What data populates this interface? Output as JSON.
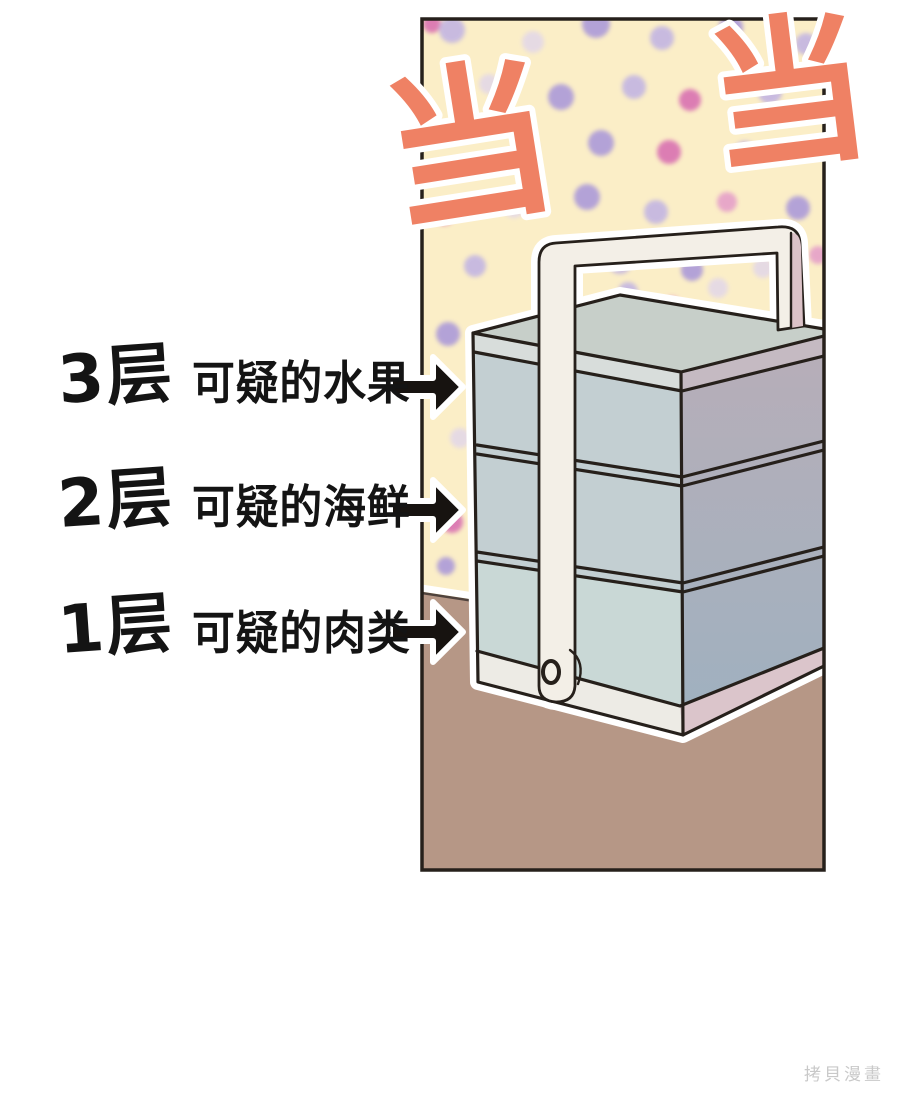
{
  "sfx": {
    "left": "当",
    "right": "当",
    "color": "#ef8164"
  },
  "labels": [
    {
      "tier": "3层",
      "desc": "可疑的水果"
    },
    {
      "tier": "2层",
      "desc": "可疑的海鲜"
    },
    {
      "tier": "1层",
      "desc": "可疑的肉类"
    }
  ],
  "watermark": {
    "text": "拷貝漫畫"
  },
  "palette": {
    "page_bg": "#ffffff",
    "wall": "#fbeec7",
    "floor": "#b69786",
    "floor_line": "#4f423c",
    "ink": "#26201b",
    "glow": "#ffffff",
    "front": "#c3cfd2",
    "front_lid": "#d8dddb",
    "front_tier1": "#c9d8d6",
    "base_front": "#edebe5",
    "base_side": "#dbc5cb",
    "side_top": "#b8aeb8",
    "side_bottom": "#9eb1c0",
    "side_lid": "#c5bac2",
    "top_face": "#c7cfc9",
    "handle": "#f3efe7",
    "handle_side": "#dbc2c7",
    "arrow": "#171310",
    "label_ink": "#141414",
    "watermark_gray": "#c9c9c9"
  },
  "scene": {
    "description": "three-tier stacked lunch box with carrying handle, polka-dot wallpaper and brown floor",
    "dots": [
      [
        432,
        24,
        9,
        "#d76ab0"
      ],
      [
        452,
        30,
        13,
        "#c0b2e4"
      ],
      [
        533,
        42,
        11,
        "#e2d7e9"
      ],
      [
        596,
        24,
        14,
        "#a795da"
      ],
      [
        662,
        38,
        12,
        "#c0b2e4"
      ],
      [
        731,
        27,
        12,
        "#a795da"
      ],
      [
        806,
        44,
        11,
        "#c0b2e4"
      ],
      [
        489,
        84,
        10,
        "#e2d7e9"
      ],
      [
        561,
        97,
        13,
        "#a795da"
      ],
      [
        634,
        87,
        12,
        "#c0b2e4"
      ],
      [
        690,
        100,
        11,
        "#d76ab0"
      ],
      [
        770,
        92,
        12,
        "#c0b2e4"
      ],
      [
        527,
        148,
        11,
        "#c0b2e4"
      ],
      [
        601,
        143,
        13,
        "#a795da"
      ],
      [
        669,
        152,
        12,
        "#d76ab0"
      ],
      [
        745,
        152,
        11,
        "#c0b2e4"
      ],
      [
        444,
        214,
        11,
        "#d76ab0"
      ],
      [
        514,
        207,
        11,
        "#e2d7e9"
      ],
      [
        587,
        197,
        13,
        "#a795da"
      ],
      [
        656,
        212,
        12,
        "#c0b2e4"
      ],
      [
        727,
        202,
        10,
        "#e49bc9"
      ],
      [
        798,
        208,
        12,
        "#a795da"
      ],
      [
        475,
        266,
        11,
        "#c0b2e4"
      ],
      [
        546,
        272,
        11,
        "#d76ab0"
      ],
      [
        620,
        262,
        12,
        "#c0b2e4"
      ],
      [
        692,
        270,
        11,
        "#a795da"
      ],
      [
        763,
        268,
        10,
        "#e2d7e9"
      ],
      [
        818,
        255,
        9,
        "#e49bc9"
      ],
      [
        628,
        292,
        10,
        "#c0b2e4"
      ],
      [
        672,
        305,
        9,
        "#e49bc9"
      ],
      [
        718,
        288,
        10,
        "#e2d7e9"
      ],
      [
        448,
        334,
        12,
        "#a795da"
      ],
      [
        460,
        438,
        10,
        "#e2d7e9"
      ],
      [
        452,
        522,
        11,
        "#d76ab0"
      ],
      [
        446,
        566,
        9,
        "#a795da"
      ]
    ]
  }
}
